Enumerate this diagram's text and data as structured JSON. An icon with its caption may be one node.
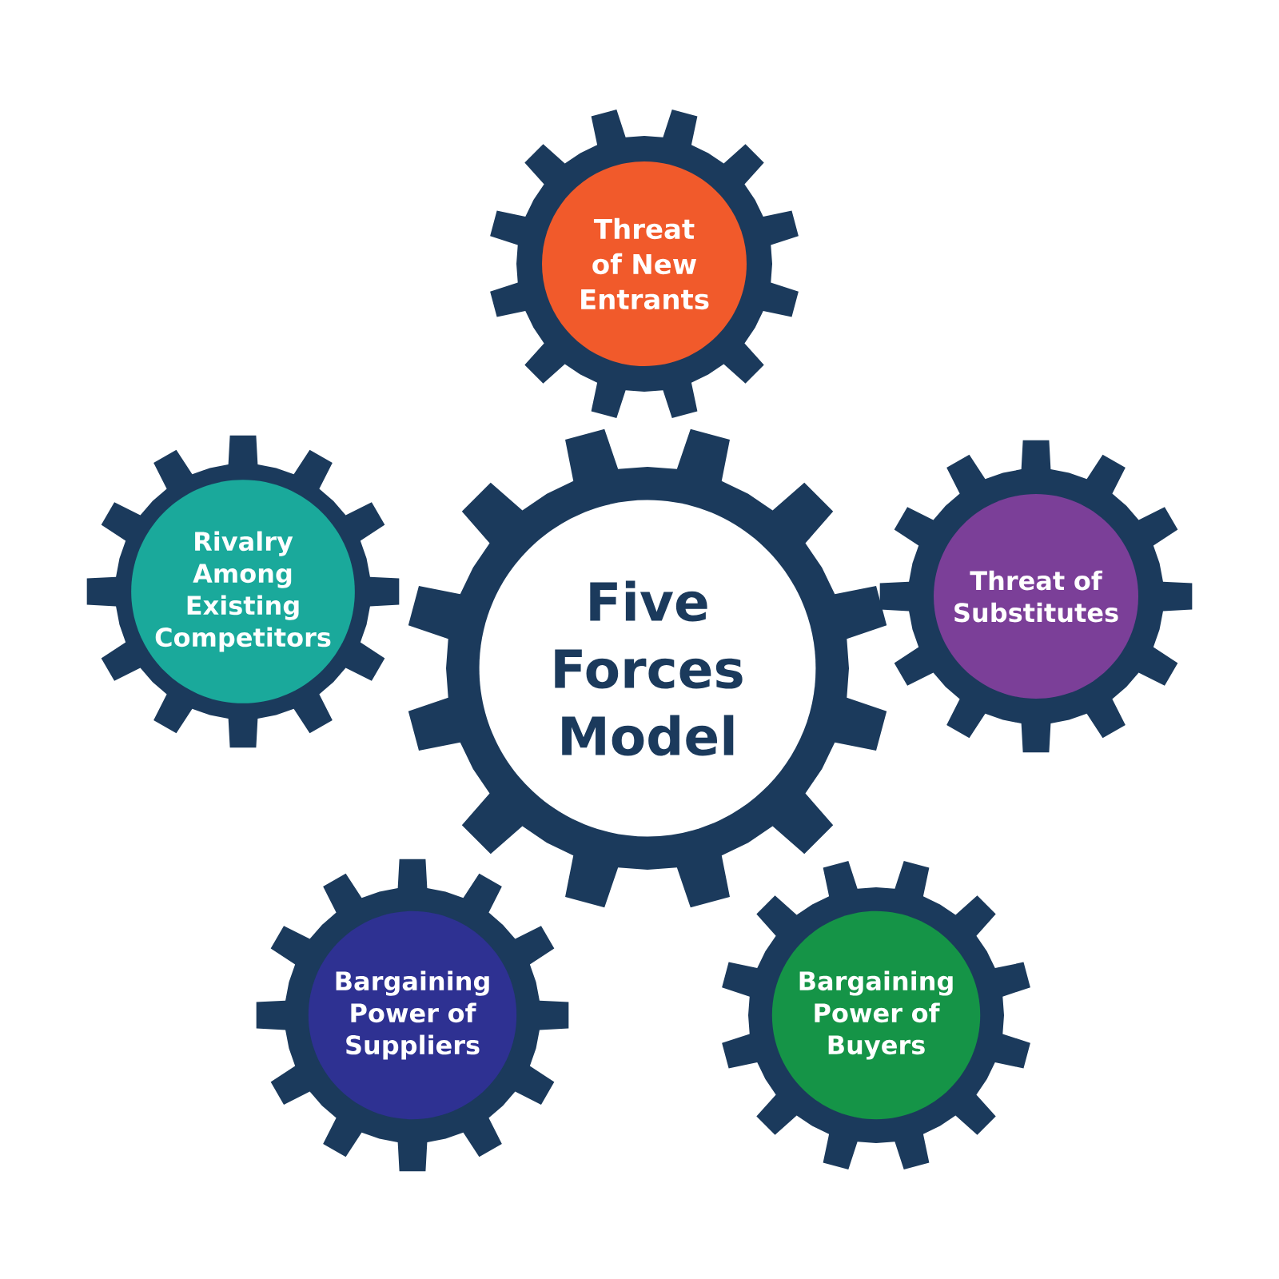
{
  "diagram": {
    "nodes": [
      {
        "text": [
          "Threat of New Entrants"
        ]
      },
      {
        "text": [
          "Rivalry Among Existing Competitors"
        ]
      },
      {
        "text": [
          "Five Forces Model"
        ]
      },
      {
        "text": [
          "Threat of Substitutes"
        ]
      },
      {
        "text": [
          "Bargaining Power of Suppliers"
        ]
      },
      {
        "text": [
          "Bargaining Power of Buyers"
        ]
      }
    ]
  }
}
